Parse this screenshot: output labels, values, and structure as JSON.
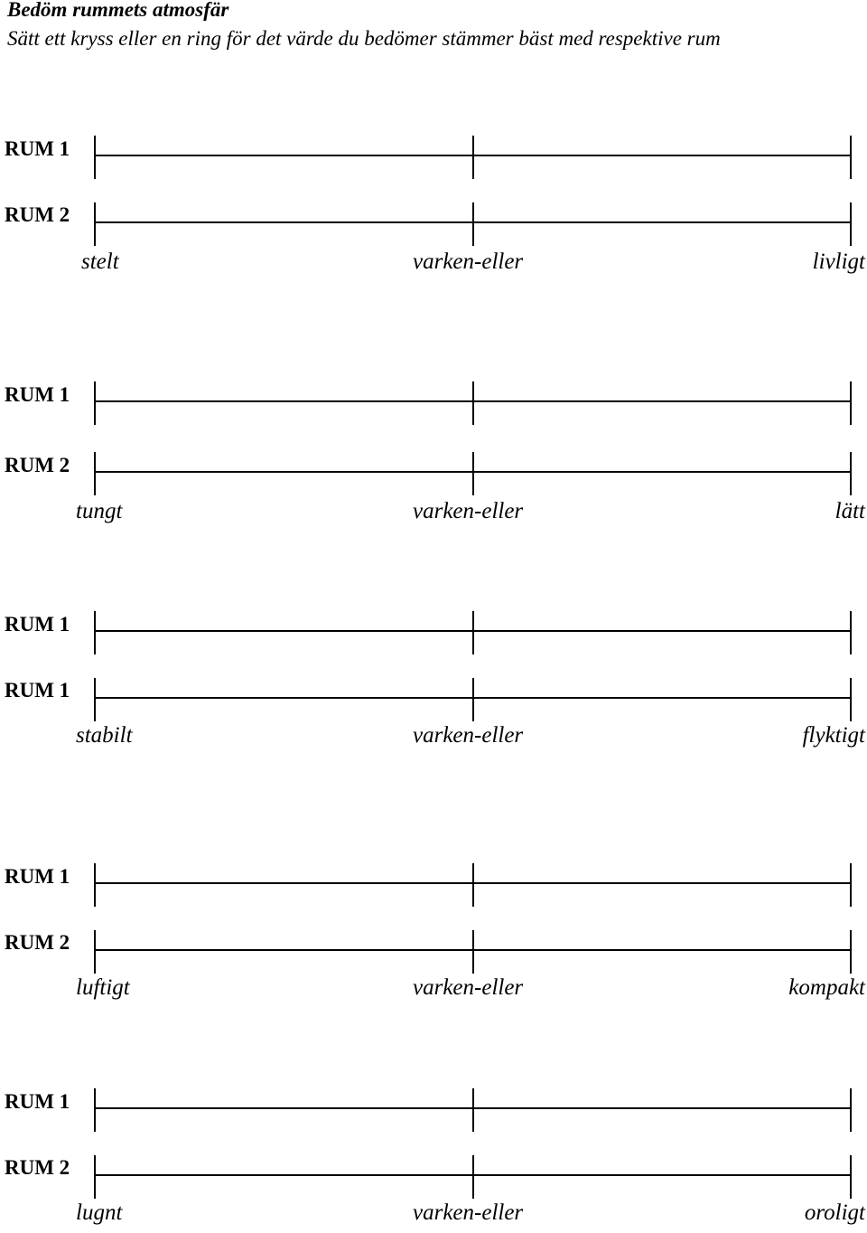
{
  "header": {
    "title": "Bedöm rummets atmosfär",
    "instruction": "Sätt ett kryss eller en ring för det värde du bedömer stämmer bäst med respektive rum"
  },
  "scales": [
    {
      "row1_label": "RUM 1",
      "row2_label": "RUM 2",
      "left": "stelt",
      "middle": "varken-eller",
      "right": "livligt"
    },
    {
      "row1_label": "RUM 1",
      "row2_label": "RUM 2",
      "left": "tungt",
      "middle": "varken-eller",
      "right": "lätt"
    },
    {
      "row1_label": "RUM 1",
      "row2_label": "RUM 1",
      "left": "stabilt",
      "middle": "varken-eller",
      "right": "flyktigt"
    },
    {
      "row1_label": "RUM 1",
      "row2_label": "RUM 2",
      "left": "luftigt",
      "middle": "varken-eller",
      "right": "kompakt"
    },
    {
      "row1_label": "RUM 1",
      "row2_label": "RUM 2",
      "left": "lugnt",
      "middle": "varken-eller",
      "right": "oroligt"
    }
  ]
}
